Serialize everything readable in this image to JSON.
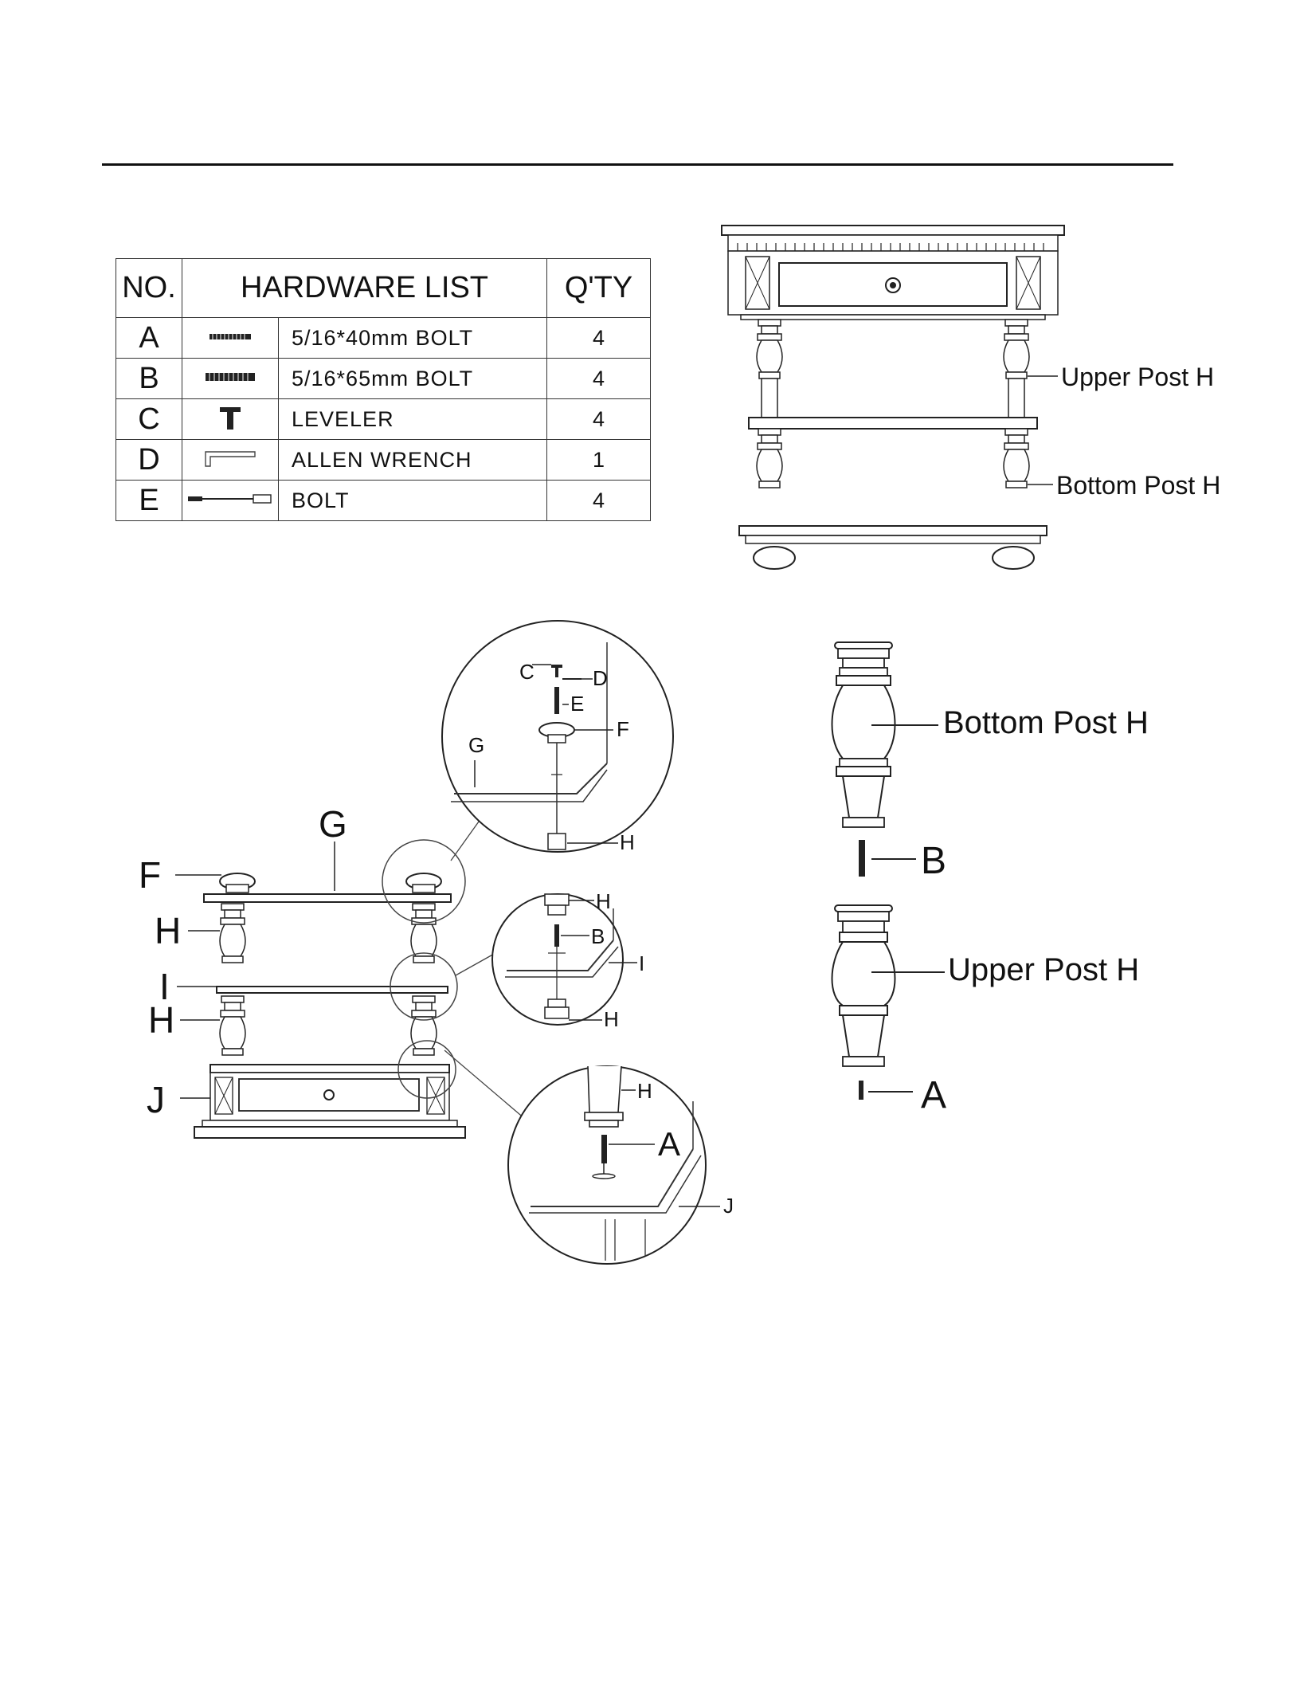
{
  "hardware_list": {
    "header": {
      "no": "NO.",
      "title": "HARDWARE LIST",
      "qty": "Q'TY"
    },
    "rows": [
      {
        "no": "A",
        "icon": "bolt-40mm-icon",
        "desc": "5/16*40mm BOLT",
        "qty": "4"
      },
      {
        "no": "B",
        "icon": "bolt-65mm-icon",
        "desc": "5/16*65mm BOLT",
        "qty": "4"
      },
      {
        "no": "C",
        "icon": "leveler-icon",
        "desc": "LEVELER",
        "qty": "4"
      },
      {
        "no": "D",
        "icon": "allen-wrench-icon",
        "desc": "ALLEN WRENCH",
        "qty": "1"
      },
      {
        "no": "E",
        "icon": "long-bolt-icon",
        "desc": "BOLT",
        "qty": "4"
      }
    ]
  },
  "assembled_view": {
    "upper_post": "Upper Post H",
    "bottom_post": "Bottom Post H"
  },
  "exploded_view": {
    "labels": {
      "f": "F",
      "g": "G",
      "h1": "H",
      "i": "I",
      "h2": "H",
      "j": "J"
    }
  },
  "detail_top": {
    "c": "C",
    "d": "D",
    "e": "E",
    "f": "F",
    "g": "G",
    "h": "H"
  },
  "detail_middle": {
    "h_top": "H",
    "b": "B",
    "i": "I",
    "h_bottom": "H"
  },
  "detail_bottom": {
    "h": "H",
    "a": "A",
    "j": "J"
  },
  "posts": {
    "bottom_post": "Bottom Post H",
    "bottom_bolt": "B",
    "upper_post": "Upper Post H",
    "upper_bolt": "A"
  }
}
